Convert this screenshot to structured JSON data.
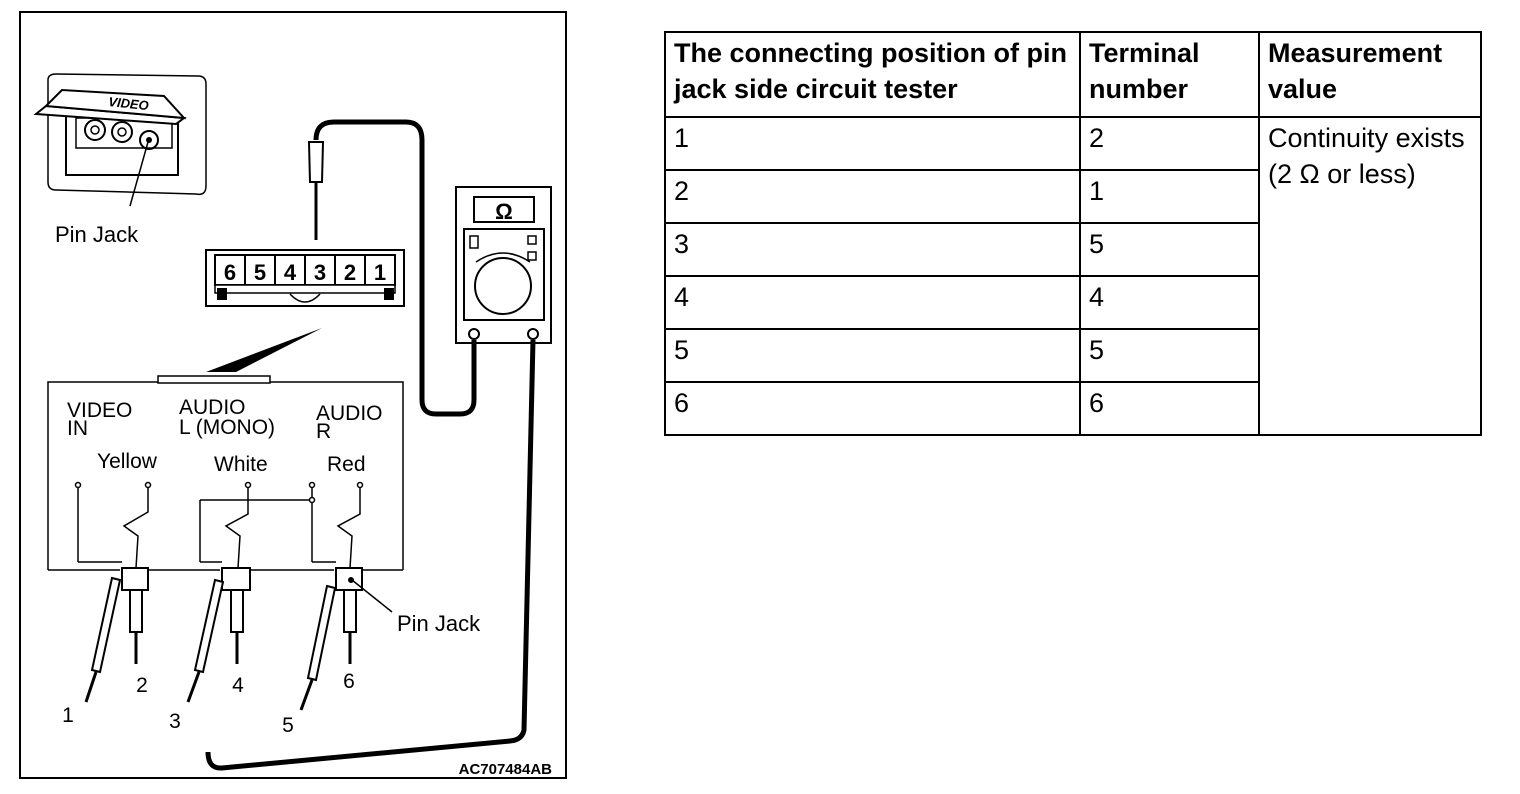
{
  "figure": {
    "code": "AC707484AB",
    "labels": {
      "pin_jack_top": "Pin Jack",
      "pin_jack_side": "Pin Jack",
      "video_tag": "VIDEO",
      "ohm_symbol": "Ω",
      "video_in": [
        "VIDEO",
        "IN"
      ],
      "audio_l": [
        "AUDIO",
        "L (MONO)"
      ],
      "audio_r": [
        "AUDIO",
        "R"
      ],
      "yellow": "Yellow",
      "white": "White",
      "red": "Red"
    },
    "connector_pins": [
      "6",
      "5",
      "4",
      "3",
      "2",
      "1"
    ],
    "probe_numbers": [
      "1",
      "2",
      "3",
      "4",
      "5",
      "6"
    ]
  },
  "table": {
    "headers": [
      "The connecting position of pin jack side circuit tester",
      "Terminal number",
      "Measurement value"
    ],
    "rows": [
      {
        "position": "1",
        "terminal": "2"
      },
      {
        "position": "2",
        "terminal": "1"
      },
      {
        "position": "3",
        "terminal": "5"
      },
      {
        "position": "4",
        "terminal": "4"
      },
      {
        "position": "5",
        "terminal": "5"
      },
      {
        "position": "6",
        "terminal": "6"
      }
    ],
    "measurement": "Continuity exists (2 Ω or less)"
  }
}
